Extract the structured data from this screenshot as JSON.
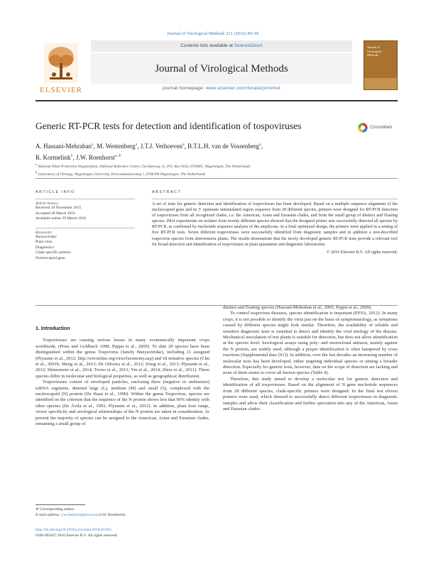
{
  "journal_ref": "Journal of Virological Methods 231 (2016) 89–96",
  "header": {
    "publisher": "ELSEVIER",
    "contents_prefix": "Contents lists available at ",
    "contents_link": "ScienceDirect",
    "journal_title": "Journal of Virological Methods",
    "homepage_prefix": "journal homepage: ",
    "homepage_link": "www.elsevier.com/locate/jviromet",
    "cover_text_lines": [
      "Journal of",
      "Virological",
      "Methods"
    ]
  },
  "article": {
    "title": "Generic RT-PCR tests for detection and identification of tospoviruses",
    "crossmark_label": "CrossMark",
    "authors": [
      {
        "name": "A. Hassani-Mehraban",
        "sup": "a"
      },
      {
        "name": "M. Westenberg",
        "sup": "a"
      },
      {
        "name": "J.T.J. Verhoeven",
        "sup": "a"
      },
      {
        "name": "B.T.L.H. van de Vossenberg",
        "sup": "a"
      },
      {
        "name": "R. Kormelink",
        "sup": "b"
      },
      {
        "name": "J.W. Roenhorst",
        "sup": "a,∗"
      }
    ],
    "affiliations": [
      {
        "sup": "a",
        "text": "National Plant Protection Organization, National Reference Centre, Geertjesweg 15, P.O. Box 9102, 6700HC, Wageningen, The Netherlands"
      },
      {
        "sup": "b",
        "text": "Laboratory of Virology, Wageningen University, Droevendaalsesteeg 1, 6708 PB Wageningen, The Netherlands"
      }
    ]
  },
  "article_info": {
    "heading": "ARTICLE INFO",
    "history_label": "Article history:",
    "history": [
      "Received 19 November 2015",
      "Accepted 28 March 2016",
      "Available online 29 March 2016"
    ],
    "keywords_label": "Keywords:",
    "keywords": [
      "Bunyaviridae",
      "Plant virus",
      "Diagnostics",
      "Clade-specific primers",
      "Nucleocapsid gene"
    ]
  },
  "abstract": {
    "heading": "ABSTRACT",
    "text": "A set of tests for generic detection and identification of tospoviruses has been developed. Based on a multiple sequence alignment of the nucleocapsid gene and its 5′ upstream untranslated region sequence from 28 different species, primers were designed for RT-PCR detection of tospoviruses from all recognized clades, i.e. the American, Asian and Eurasian clades, and from the small group of distinct and floating species. Pilot experiments on isolates from twenty different species showed that the designed primer sets successfully detected all species by RT-PCR, as confirmed by nucleotide sequence analysis of the amplicons. In a final optimized design, the primers were applied in a setting of five RT-PCR tests. Seven different tospoviruses were successfully identified from diagnostic samples and in addition a non-described tospovirus species from alstroemeria plants. The results demonstrate that the newly developed generic RT-PCR tests provide a relevant tool for broad detection and identification of tospoviruses in plant quarantine and diagnostic laboratories.",
    "copyright": "© 2016 Elsevier B.V. All rights reserved."
  },
  "body": {
    "section_heading": "1.  Introduction",
    "left_paragraphs": [
      "Tospoviruses are causing serious losses in many economically important crops worldwide, (Prins and Goldbach 1998; Pappu et al., 2009). To date 29 species have been distinguished within the genus Tospovirus (family Bunyaviridae), including 11 assigned (Plyusnin et al., 2012; http://ictvonline.org/virusTaxonomy.asp) and 18 tentative species (Chu et al., 2001b; Meng et al., 2013; De Oliveira et al., 2012; Dong et al., 2013; Plyusnin et al., 2012; Shimomoto et al., 2014; Torres et al., 2012; Yin et al., 2014; Zhou et al., 2011). These species differ in molecular and biological properties, as well as geographical distribution.",
      "Tospoviruses consist of enveloped particles, enclosing three (negative or ambisense) ssRNA segments, denoted large (L), medium (M) and small (S), complexed with the nucleocapsid (N) protein (De Haan et al., 1990). Within the genus Tospovirus, species are identified on the criterion that the sequence of the N protein shows less that 90% identity with other species (De Ávila et al., 1993; Plyusnin et al., 2012). In addition, plant host range, vector specificity and serological relationships of the N protein are taken in consideration. At present the majority of species can be assigned to the American, Asian and Eurasian clades, remaining a small group of"
    ],
    "right_paragraphs": [
      "distinct and floating species (Hassani-Mehraban et al., 2005; Pappu et al., 2009).",
      "To control tospovirus diseases, species identification is important (EFSA, 2012). In many crops, it is not possible to identify the virus just on the basis of symptomatology, as symptoms caused by different species might look similar. Therefore, the availability of reliable and sensitive diagnostic tests is essential to detect and identify the viral etiology of the disease. Mechanical inoculation of test plants is suitable for detection, but does not allow identification at the species level. Serological assays using poly- and monoclonal antisera, mainly against the N protein, are widely used, although a proper identification is often hampered by cross reactions (Supplemental data [S1]). In addition, over the last decades an increasing number of molecular tests has been developed, either targeting individual species or aiming a broader detection. Especially for generic tests, however, data on the scope of detection are lacking and none of them seems to cover all known species (Table 4).",
      "Therefore, this study aimed to develop a molecular test for generic detection and identification of all tospoviruses. Based on the alignment of N gene nucleotide sequences from 28 different species, clade-specific primers were designed. In the final test eleven primers were used, which showed to successfully detect different tospoviruses in diagnostic samples and allow their classification and further speciation into any of the American, Asian and Eurasian clades."
    ]
  },
  "footnotes": {
    "corresponding": "∗  Corresponding author.",
    "email_label": "E-mail address:",
    "email": "j.w.roenhorst@nvwa.nl",
    "email_suffix": "(J.W. Roenhorst).",
    "doi": "http://dx.doi.org/10.1016/j.jviromet.2016.03.015",
    "issn": "0166-0934/© 2016 Elsevier B.V. All rights reserved."
  }
}
